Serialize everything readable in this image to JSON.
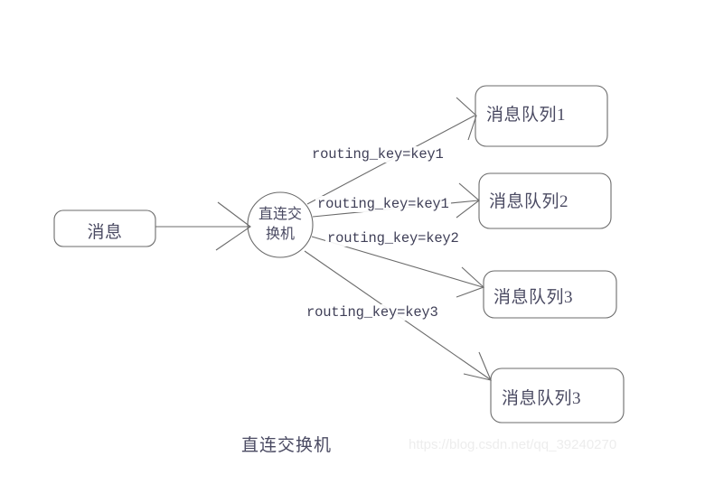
{
  "diagram": {
    "caption": "直连交换机",
    "watermark": "https://blog.csdn.net/qq_39240270",
    "stroke_color": "#6b6b6b",
    "text_color": "#4a4a62",
    "background": "#ffffff"
  },
  "source": {
    "label": "消息"
  },
  "exchange": {
    "label_line1": "直连交",
    "label_line2": "换机"
  },
  "queues": [
    {
      "label": "消息队列1"
    },
    {
      "label": "消息队列2"
    },
    {
      "label": "消息队列3"
    },
    {
      "label": "消息队列3"
    }
  ],
  "edges": [
    {
      "label": "routing_key=key1"
    },
    {
      "label": "routing_key=key1"
    },
    {
      "label": "routing_key=key2"
    },
    {
      "label": "routing_key=key3"
    }
  ]
}
